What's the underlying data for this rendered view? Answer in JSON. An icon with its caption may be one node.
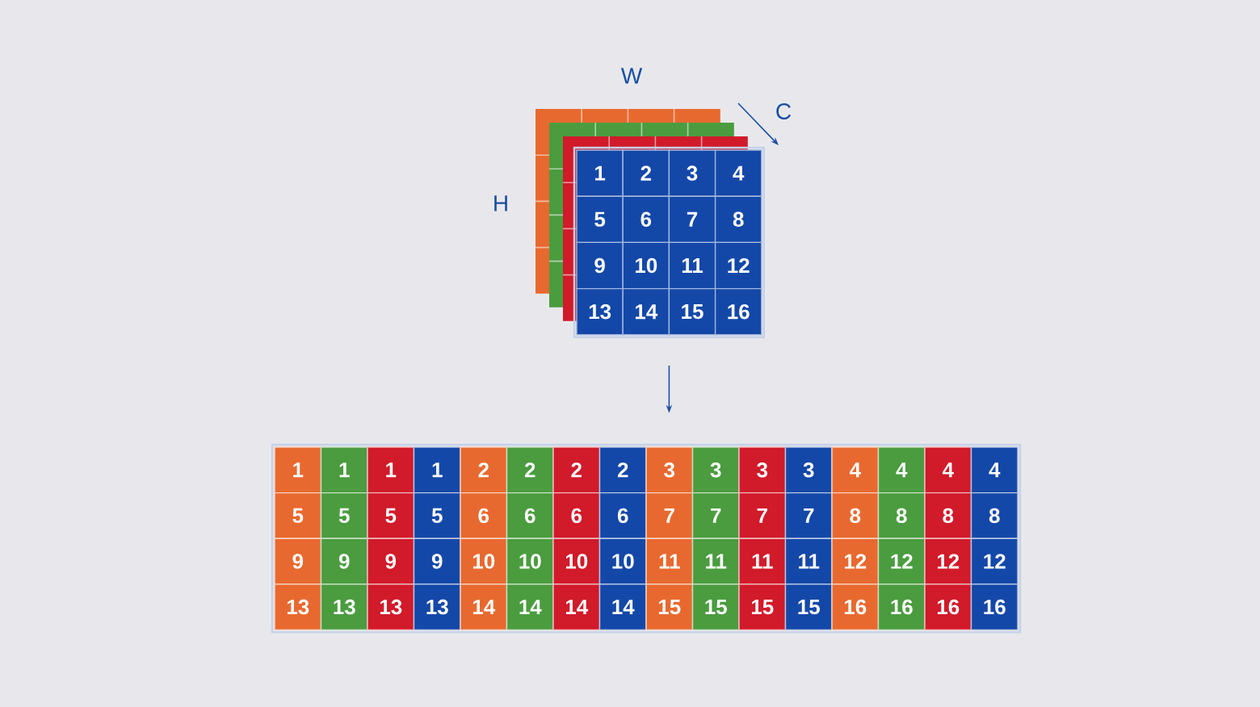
{
  "diagram": {
    "nodes": [
      {
        "text": [],
        "shape": "box"
      },
      {
        "text": [
          "1"
        ],
        "in": 0
      },
      {
        "text": [
          "2"
        ],
        "in": 0
      },
      {
        "text": [
          "3"
        ],
        "in": 0
      },
      {
        "text": [
          "4"
        ],
        "in": 0
      },
      {
        "text": [
          "5"
        ],
        "in": 0
      },
      {
        "text": [
          "6"
        ],
        "in": 0
      },
      {
        "text": [
          "7"
        ],
        "in": 0
      },
      {
        "text": [
          "8"
        ],
        "in": 0
      },
      {
        "text": [
          "9"
        ],
        "in": 0
      },
      {
        "text": [
          "10"
        ],
        "in": 0
      },
      {
        "text": [
          "11"
        ],
        "in": 0
      },
      {
        "text": [
          "12"
        ],
        "in": 0
      },
      {
        "text": [
          "13"
        ],
        "in": 0
      },
      {
        "text": [
          "14"
        ],
        "in": 0
      },
      {
        "text": [
          "15"
        ],
        "in": 0
      },
      {
        "text": [
          "16"
        ],
        "in": 0
      },
      {
        "text": [],
        "shape": "box"
      },
      {
        "text": [
          "1"
        ],
        "in": 17
      },
      {
        "text": [
          "1"
        ],
        "in": 17
      },
      {
        "text": [
          "1"
        ],
        "in": 17
      },
      {
        "text": [
          "1"
        ],
        "in": 17
      },
      {
        "text": [
          "2"
        ],
        "in": 17
      },
      {
        "text": [
          "2"
        ],
        "in": 17
      },
      {
        "text": [
          "2"
        ],
        "in": 17
      },
      {
        "text": [
          "2"
        ],
        "in": 17
      },
      {
        "text": [
          "3"
        ],
        "in": 17
      },
      {
        "text": [
          "3"
        ],
        "in": 17
      },
      {
        "text": [
          "3"
        ],
        "in": 17
      },
      {
        "text": [
          "3"
        ],
        "in": 17
      },
      {
        "text": [
          "4"
        ],
        "in": 17
      },
      {
        "text": [
          "4"
        ],
        "in": 17
      },
      {
        "text": [
          "4"
        ],
        "in": 17
      },
      {
        "text": [
          "4"
        ],
        "in": 17
      },
      {
        "text": [
          "5"
        ],
        "in": 17
      },
      {
        "text": [
          "5"
        ],
        "in": 17
      },
      {
        "text": [
          "5"
        ],
        "in": 17
      },
      {
        "text": [
          "5"
        ],
        "in": 17
      },
      {
        "text": [
          "6"
        ],
        "in": 17
      },
      {
        "text": [
          "6"
        ],
        "in": 17
      },
      {
        "text": [
          "6"
        ],
        "in": 17
      },
      {
        "text": [
          "6"
        ],
        "in": 17
      },
      {
        "text": [
          "7"
        ],
        "in": 17
      },
      {
        "text": [
          "7"
        ],
        "in": 17
      },
      {
        "text": [
          "7"
        ],
        "in": 17
      },
      {
        "text": [
          "7"
        ],
        "in": 17
      },
      {
        "text": [
          "8"
        ],
        "in": 17
      },
      {
        "text": [
          "8"
        ],
        "in": 17
      },
      {
        "text": [
          "8"
        ],
        "in": 17
      },
      {
        "text": [
          "8"
        ],
        "in": 17
      },
      {
        "text": [
          "9"
        ],
        "in": 17
      },
      {
        "text": [
          "9"
        ],
        "in": 17
      },
      {
        "text": [
          "9"
        ],
        "in": 17
      },
      {
        "text": [
          "9"
        ],
        "in": 17
      },
      {
        "text": [
          "10"
        ],
        "in": 17
      },
      {
        "text": [
          "10"
        ],
        "in": 17
      },
      {
        "text": [
          "10"
        ],
        "in": 17
      },
      {
        "text": [
          "10"
        ],
        "in": 17
      },
      {
        "text": [
          "11"
        ],
        "in": 17
      },
      {
        "text": [
          "11"
        ],
        "in": 17
      },
      {
        "text": [
          "11"
        ],
        "in": 17
      },
      {
        "text": [
          "11"
        ],
        "in": 17
      },
      {
        "text": [
          "12"
        ],
        "in": 17
      },
      {
        "text": [
          "12"
        ],
        "in": 17
      },
      {
        "text": [
          "12"
        ],
        "in": 17
      },
      {
        "text": [
          "12"
        ],
        "in": 17
      },
      {
        "text": [
          "13"
        ],
        "in": 17
      },
      {
        "text": [
          "13"
        ],
        "in": 17
      },
      {
        "text": [
          "13"
        ],
        "in": 17
      },
      {
        "text": [
          "13"
        ],
        "in": 17
      },
      {
        "text": [
          "14"
        ],
        "in": 17
      },
      {
        "text": [
          "14"
        ],
        "in": 17
      },
      {
        "text": [
          "14"
        ],
        "in": 17
      },
      {
        "text": [
          "14"
        ],
        "in": 17
      },
      {
        "text": [
          "15"
        ],
        "in": 17
      },
      {
        "text": [
          "15"
        ],
        "in": 17
      },
      {
        "text": [
          "15"
        ],
        "in": 17
      },
      {
        "text": [
          "15"
        ],
        "in": 17
      },
      {
        "text": [
          "16"
        ],
        "in": 17
      },
      {
        "text": [
          "16"
        ],
        "in": 17
      },
      {
        "text": [
          "16"
        ],
        "in": 17
      },
      {
        "text": [
          "16"
        ],
        "in": 17
      }
    ],
    "edges": [
      {
        "from": 0,
        "to": 17,
        "arrow": "to"
      }
    ],
    "labels": [
      "W",
      "C",
      "H"
    ]
  }
}
